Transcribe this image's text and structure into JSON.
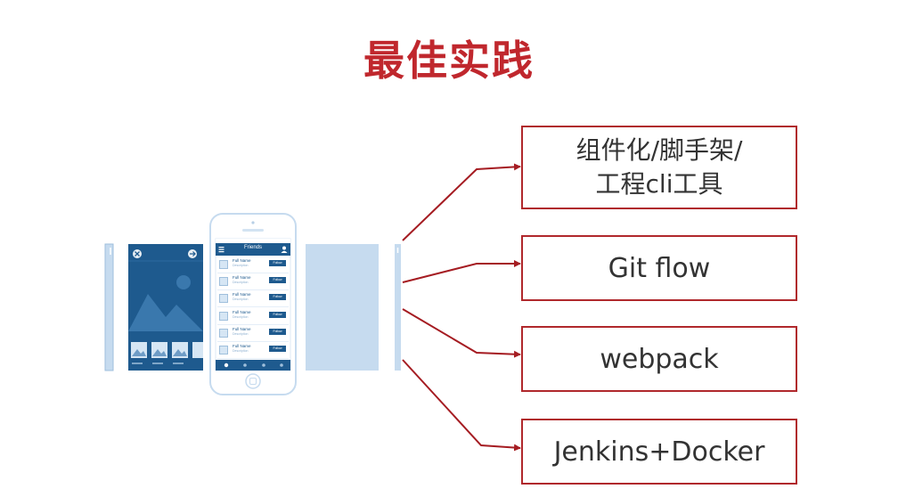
{
  "title": "最佳实践",
  "practices": [
    {
      "lines": [
        "组件化/脚手架/",
        "工程cli工具"
      ]
    },
    {
      "lines": [
        "Git flow"
      ]
    },
    {
      "lines": [
        "webpack"
      ]
    },
    {
      "lines": [
        "Jenkins+Docker"
      ]
    }
  ],
  "phone": {
    "header_title": "Friends",
    "rows": [
      {
        "name": "Full Name",
        "sub": "Description",
        "button": "Follow"
      },
      {
        "name": "Full Name",
        "sub": "Description",
        "button": "Follow"
      },
      {
        "name": "Full Name",
        "sub": "Description",
        "button": "Follow"
      },
      {
        "name": "Full Name",
        "sub": "Description",
        "button": "Follow"
      },
      {
        "name": "Full Name",
        "sub": "Description",
        "button": "Follow"
      },
      {
        "name": "Full Name",
        "sub": "Description",
        "button": "Follow"
      }
    ]
  },
  "colors": {
    "accent": "#c0272d",
    "line": "#a51c22",
    "ui_blue": "#1e5a8e",
    "ui_light": "#c6dbef"
  }
}
